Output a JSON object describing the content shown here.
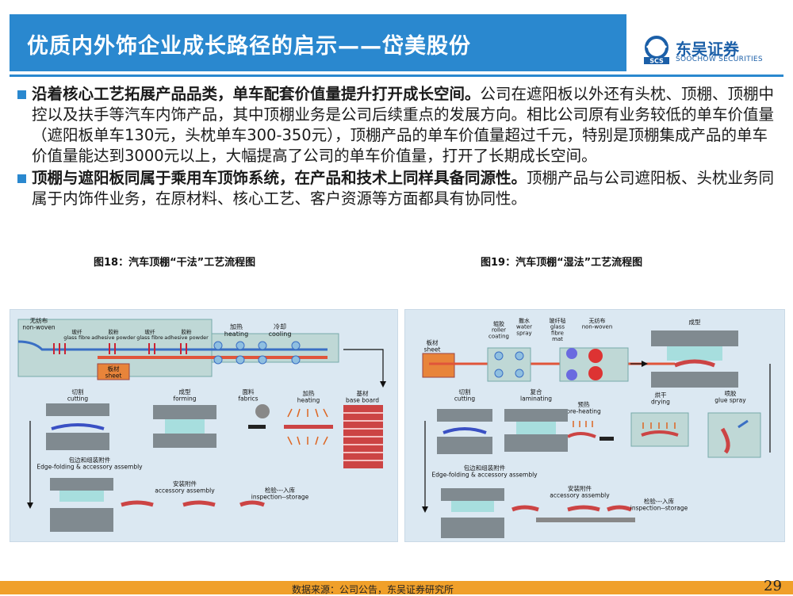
{
  "header": {
    "title": "优质内外饰企业成长路径的启示——岱美股份",
    "logo_cn": "东吴证券",
    "logo_en": "SOOCHOW SECURITIES",
    "logo_mark": "SCS"
  },
  "bullets": [
    {
      "bold": "沿着核心工艺拓展产品品类，单车配套价值量提升打开成长空间。",
      "text": "公司在遮阳板以外还有头枕、顶棚、顶棚中控以及扶手等汽车内饰产品，其中顶棚业务是公司后续重点的发展方向。相比公司原有业务较低的单车价值量（遮阳板单车130元，头枕单车300-350元），顶棚产品的单车价值量超过千元，特别是顶棚集成产品的单车价值量能达到3000元以上，大幅提高了公司的单车价值量，打开了长期成长空间。"
    },
    {
      "bold": "顶棚与遮阳板同属于乘用车顶饰系统，在产品和技术上同样具备同源性。",
      "text": "顶棚产品与公司遮阳板、头枕业务同属于内饰件业务，在原材料、核心工艺、客户资源等方面都具有协同性。"
    }
  ],
  "fig18": {
    "caption": "图18：汽车顶棚“干法”工艺流程图",
    "labels": {
      "nonwoven": "无纺布\nnon-woven",
      "glassfibre": "玻纤\nglass fibre",
      "adhesive": "胶粉\nadhesive powder",
      "glassfibre2": "玻纤\nglass fibre",
      "adhesive2": "胶粉\nadhesive powder",
      "sheet": "板材\nsheet",
      "heating": "加热\nheating",
      "cooling": "冷却\ncooling",
      "cutting": "切割\ncutting",
      "forming": "成型\nforming",
      "fabrics": "面料\nfabrics",
      "heating2": "加热\nheating",
      "baseboard": "基材\nbase board",
      "edge": "包边和组装附件\nEdge-folding & accessory assembly",
      "accessory": "安装附件\naccessory assembly",
      "inspection": "检验---入库\ninspection--storage"
    }
  },
  "fig19": {
    "caption": "图19：汽车顶棚“湿法”工艺流程图",
    "labels": {
      "sheet": "板材\nsheet",
      "roller": "辊胶\nroller\ncoating",
      "water": "撒水\nwater\nspray",
      "glass": "玻纤毡\nglass\nfibre\nmat",
      "nonwoven": "无纺布\nnon-woven",
      "forming": "成型",
      "cutting": "切割\ncutting",
      "laminating": "复合\nlaminating",
      "preheating": "预热\npre-heating",
      "drying": "烘干\ndrying",
      "glue": "喷胶\nglue spray",
      "edge": "包边和组装附件\nEdge-folding & accessory assembly",
      "accessory": "安装附件\naccessory assembly",
      "inspection": "检验---入库\ninspection--storage"
    }
  },
  "footer": {
    "source": "数据来源：公司公告，东吴证券研究所",
    "page": "29"
  },
  "colors": {
    "accent": "#2a88cf",
    "footer": "#f0a02a",
    "panel": "#dbe8f2"
  }
}
